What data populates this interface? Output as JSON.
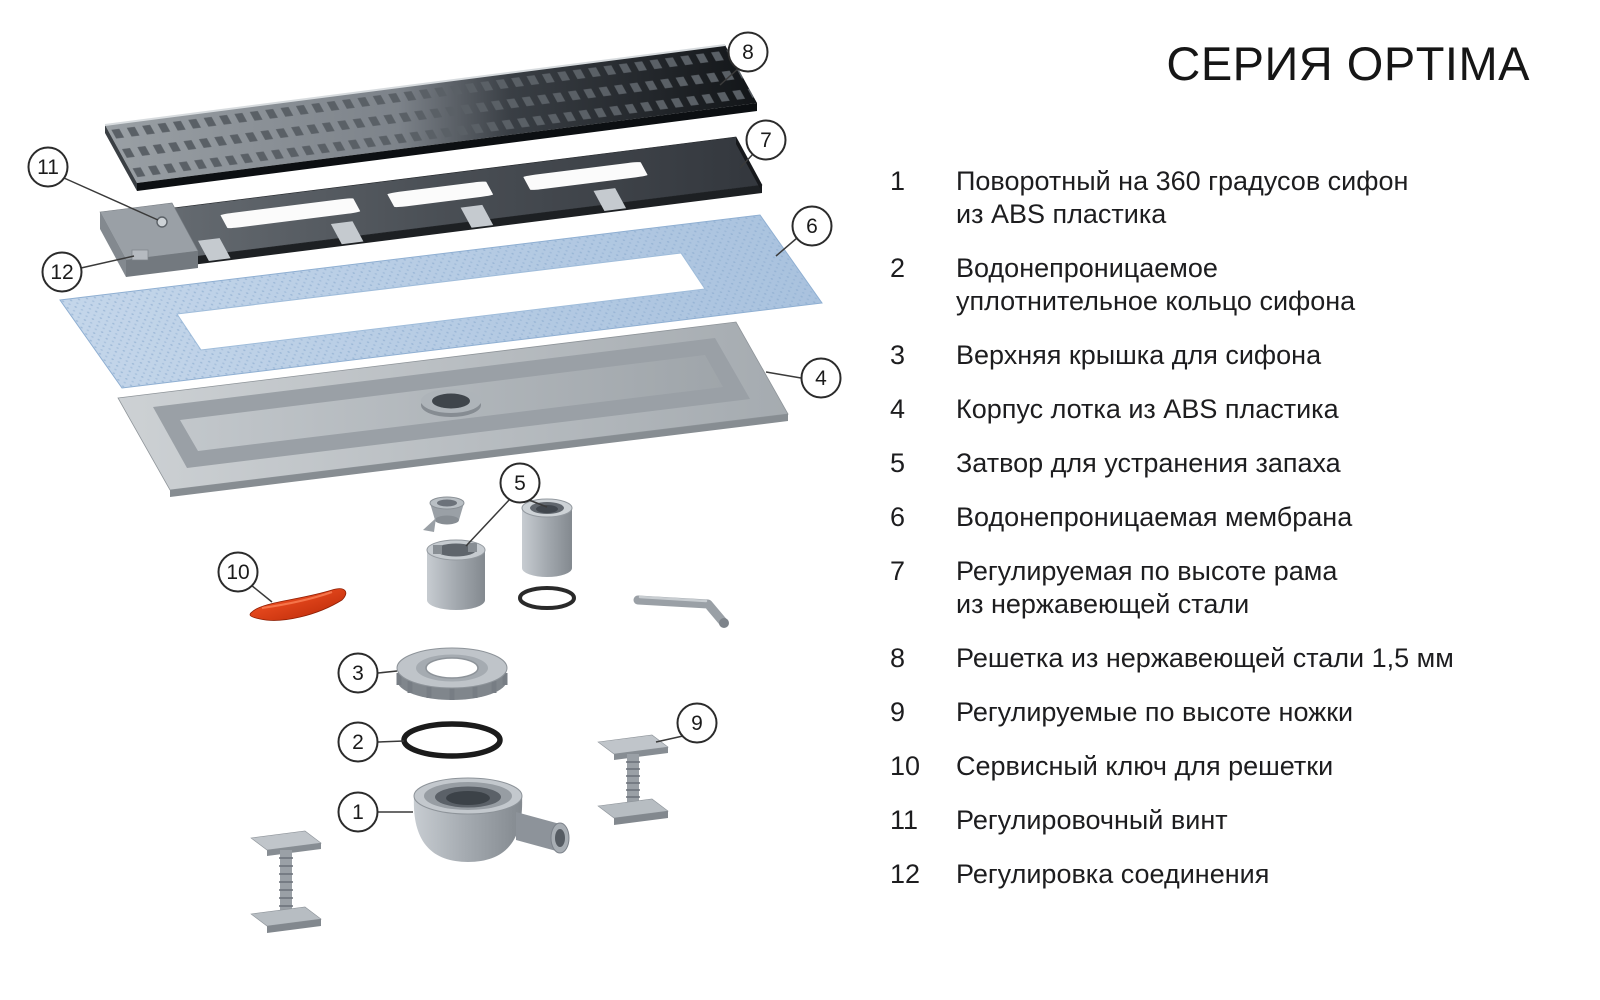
{
  "title": "СЕРИЯ OPTIMA",
  "callouts": {
    "c1": "1",
    "c2": "2",
    "c3": "3",
    "c4": "4",
    "c5": "5",
    "c6": "6",
    "c7": "7",
    "c8": "8",
    "c9": "9",
    "c10": "10",
    "c11": "11",
    "c12": "12"
  },
  "legend": {
    "items": [
      {
        "num": "1",
        "text": "Поворотный на 360 градусов сифон\nиз ABS пластика"
      },
      {
        "num": "2",
        "text": "Водонепроницаемое\nуплотнительное кольцо сифона"
      },
      {
        "num": "3",
        "text": "Верхняя крышка для сифона"
      },
      {
        "num": "4",
        "text": "Корпус лотка из ABS пластика"
      },
      {
        "num": "5",
        "text": "Затвор для устранения запаха"
      },
      {
        "num": "6",
        "text": "Водонепроницаемая мембрана"
      },
      {
        "num": "7",
        "text": "Регулируемая по высоте рама\nиз нержавеющей стали"
      },
      {
        "num": "8",
        "text": "Решетка из нержавеющей стали 1,5 мм"
      },
      {
        "num": "9",
        "text": "Регулируемые по высоте ножки"
      },
      {
        "num": "10",
        "text": "Сервисный ключ для решетки"
      },
      {
        "num": "11",
        "text": "Регулировочный винт"
      },
      {
        "num": "12",
        "text": "Регулировка соединения"
      }
    ]
  },
  "colors": {
    "accent_red": "#d53410",
    "membrane_blue": "#b9cfe6",
    "metal_dark": "#17191c",
    "metal_light": "#c6cbd0"
  }
}
